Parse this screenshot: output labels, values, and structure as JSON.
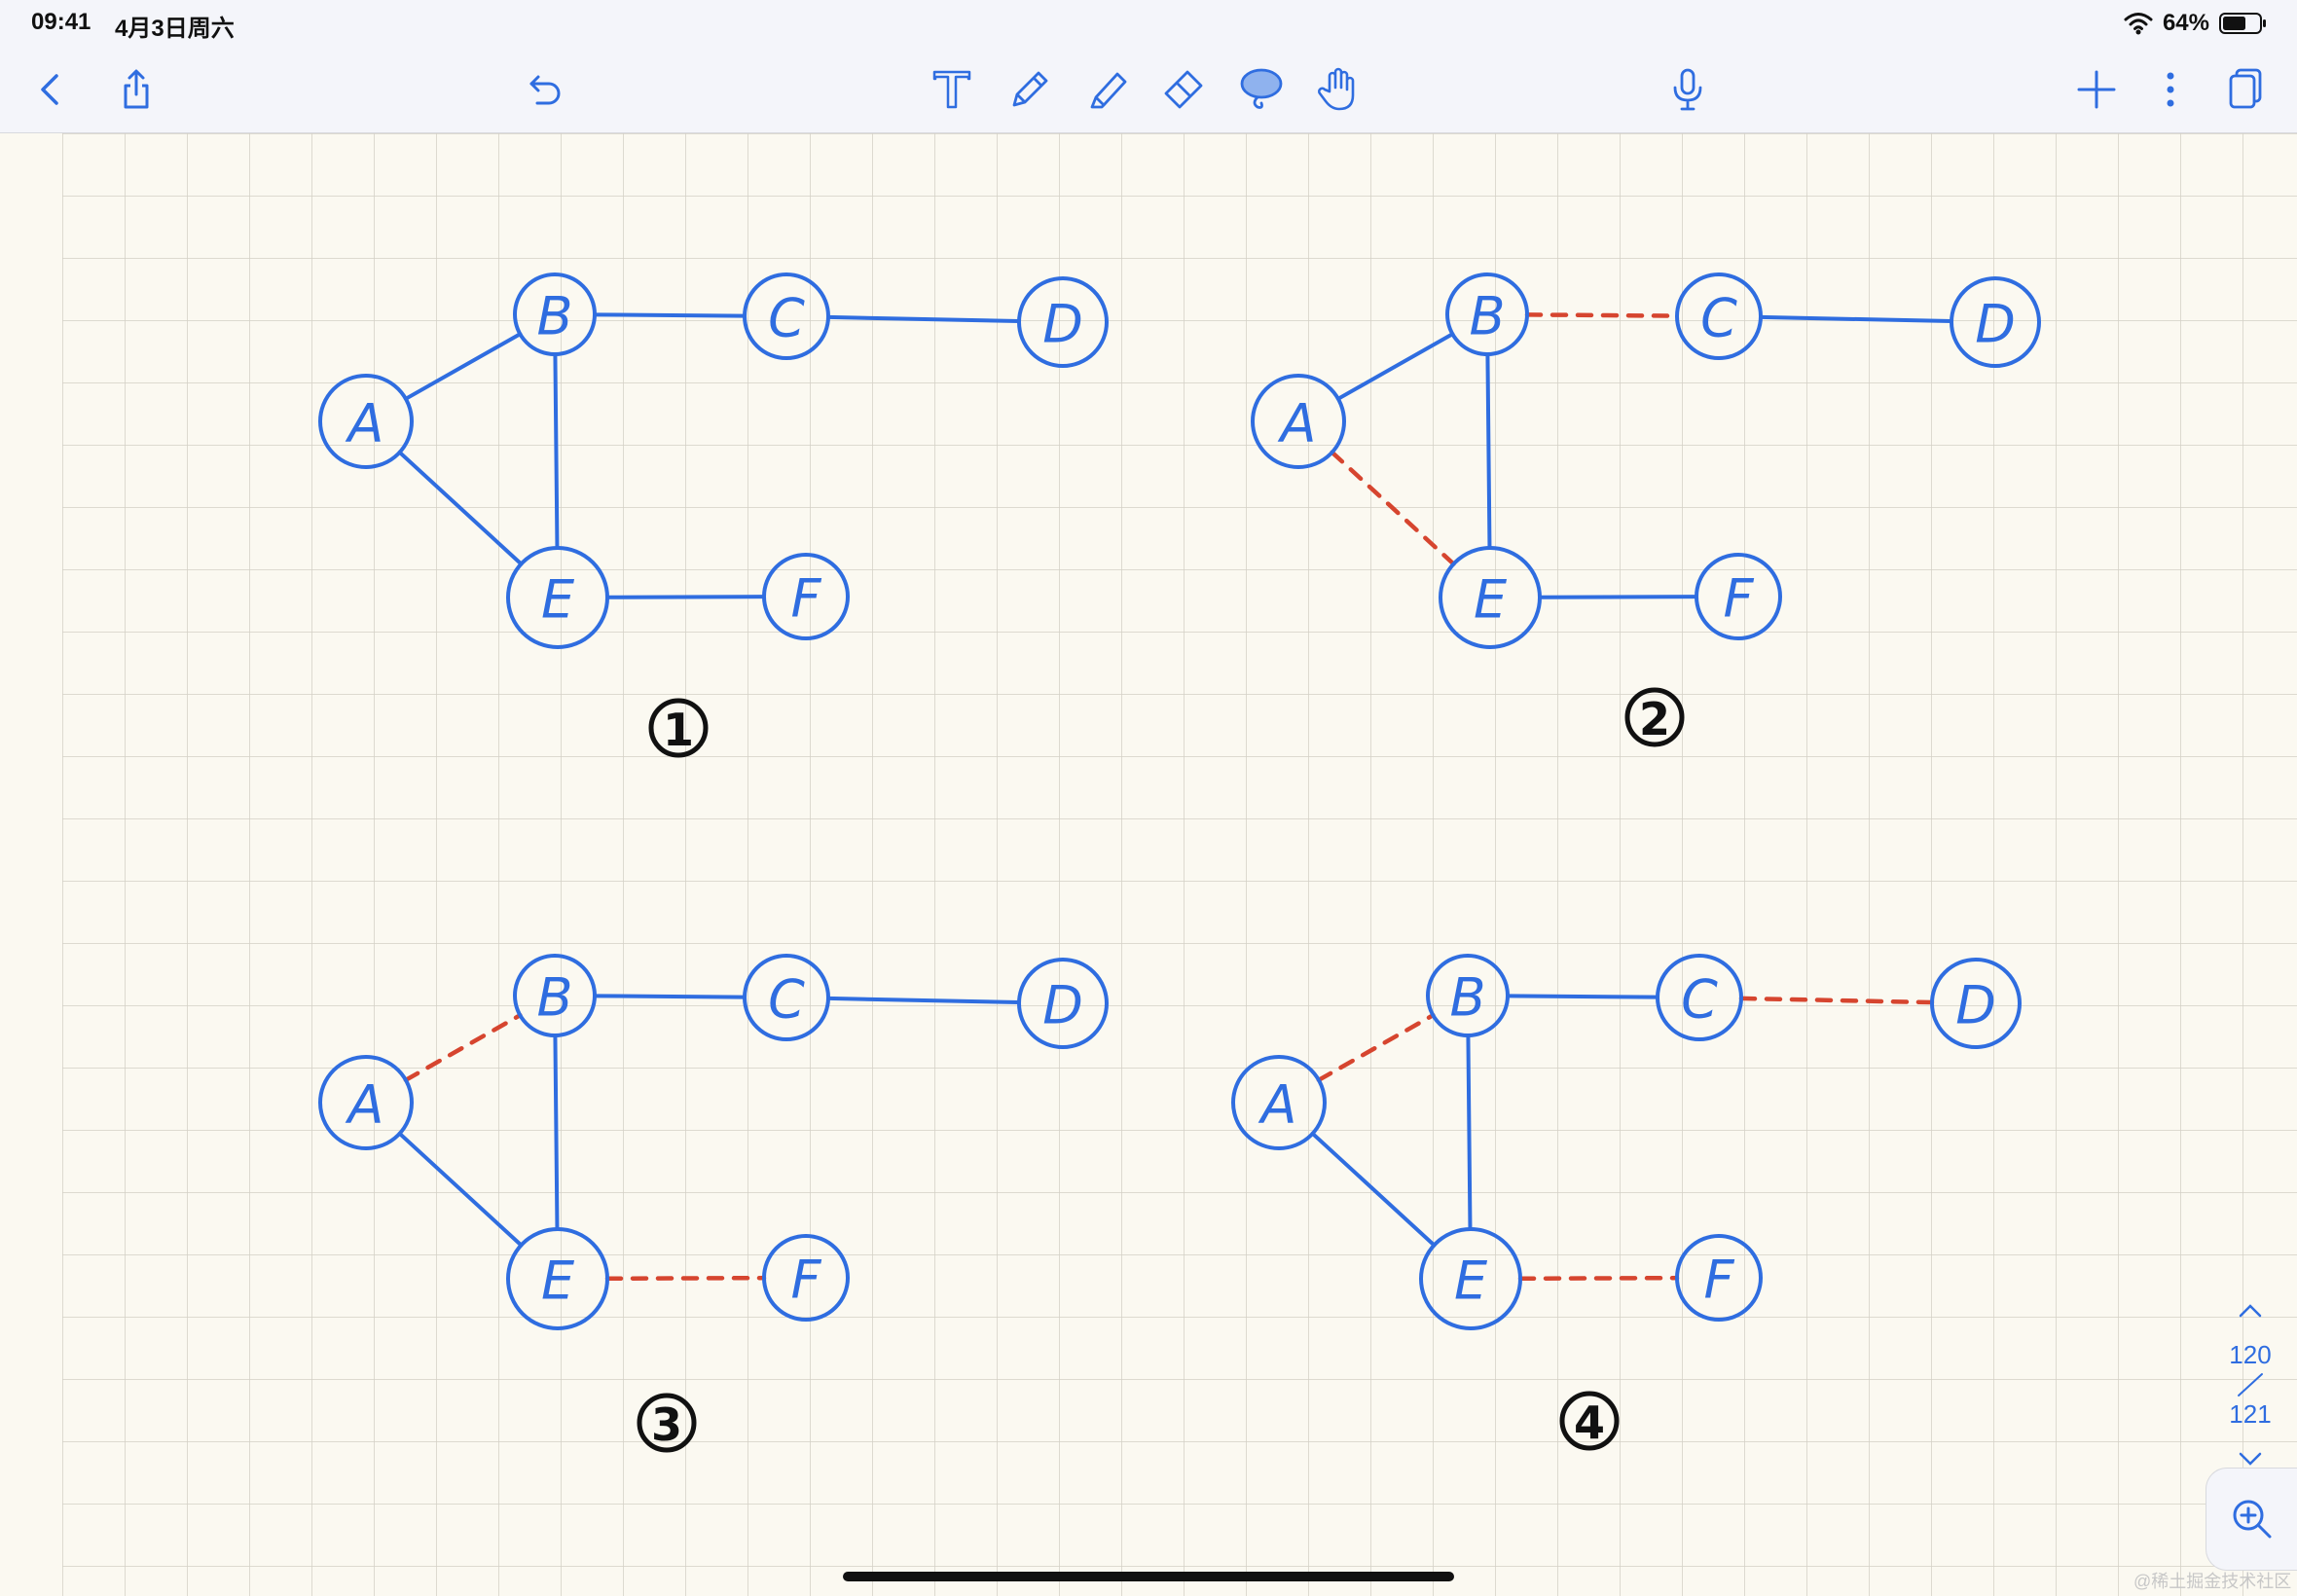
{
  "status_bar": {
    "time": "09:41",
    "date": "4月3日周六",
    "battery_percent": "64%",
    "battery_level": 0.64
  },
  "toolbar": {
    "left_icons": [
      "back-chevron-icon",
      "share-icon",
      "undo-icon"
    ],
    "center_tools": [
      "text-tool-icon",
      "pen-tool-icon",
      "highlighter-tool-icon",
      "eraser-tool-icon",
      "lasso-tool-icon",
      "hand-tool-icon"
    ],
    "selected_tool": "lasso-tool-icon",
    "right_icons": [
      "microphone-icon",
      "add-page-icon",
      "more-icon",
      "pages-icon"
    ],
    "accent_color": "#2f6de0"
  },
  "canvas": {
    "grid": "on",
    "ink_color": "#2f6de0",
    "highlight_color": "#d6452f",
    "diagrams": [
      {
        "label": "1",
        "nodes": [
          "A",
          "B",
          "C",
          "D",
          "E",
          "F"
        ],
        "solid_edges": [
          [
            "A",
            "B"
          ],
          [
            "B",
            "C"
          ],
          [
            "C",
            "D"
          ],
          [
            "A",
            "E"
          ],
          [
            "B",
            "E"
          ],
          [
            "E",
            "F"
          ]
        ],
        "dashed_edges": []
      },
      {
        "label": "2",
        "nodes": [
          "A",
          "B",
          "C",
          "D",
          "E",
          "F"
        ],
        "solid_edges": [
          [
            "A",
            "B"
          ],
          [
            "C",
            "D"
          ],
          [
            "B",
            "E"
          ],
          [
            "E",
            "F"
          ]
        ],
        "dashed_edges": [
          [
            "B",
            "C"
          ],
          [
            "A",
            "E"
          ]
        ]
      },
      {
        "label": "3",
        "nodes": [
          "A",
          "B",
          "C",
          "D",
          "E",
          "F"
        ],
        "solid_edges": [
          [
            "B",
            "C"
          ],
          [
            "C",
            "D"
          ],
          [
            "A",
            "E"
          ],
          [
            "B",
            "E"
          ]
        ],
        "dashed_edges": [
          [
            "A",
            "B"
          ],
          [
            "E",
            "F"
          ]
        ]
      },
      {
        "label": "4",
        "nodes": [
          "A",
          "B",
          "C",
          "D",
          "E",
          "F"
        ],
        "solid_edges": [
          [
            "B",
            "C"
          ],
          [
            "A",
            "E"
          ],
          [
            "B",
            "E"
          ]
        ],
        "dashed_edges": [
          [
            "A",
            "B"
          ],
          [
            "C",
            "D"
          ],
          [
            "E",
            "F"
          ]
        ]
      }
    ]
  },
  "page_nav": {
    "current": "120",
    "total": "121"
  },
  "zoom": {
    "icon": "zoom-in-icon"
  },
  "watermark": "@稀土掘金技术社区"
}
